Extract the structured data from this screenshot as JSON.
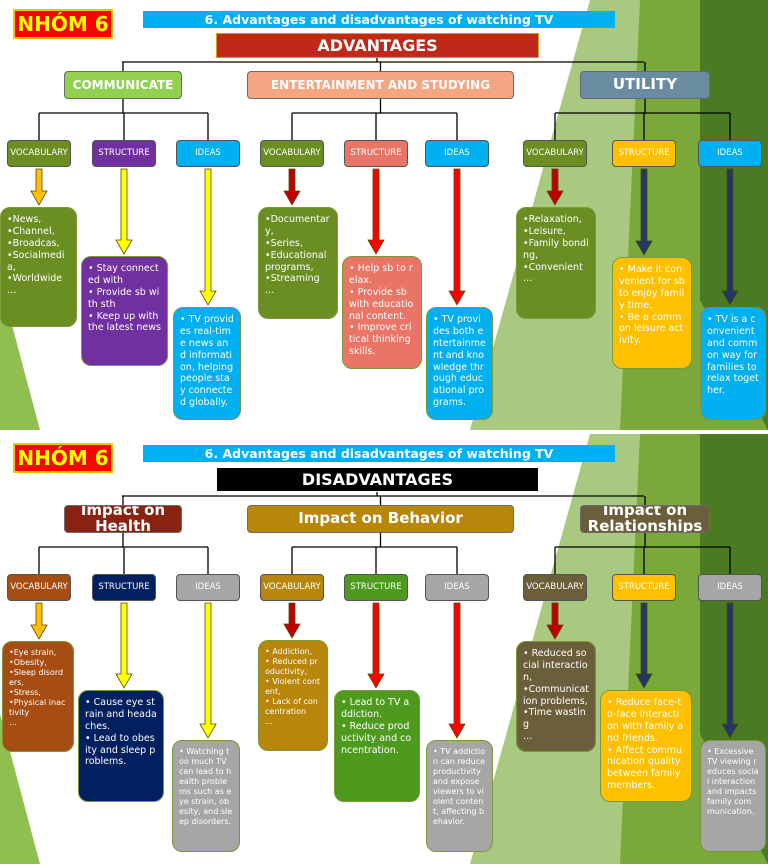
{
  "slide1": {
    "group_label": "NHÓM 6",
    "topic_title": "6. Advantages and disadvantages of watching TV",
    "main_title": "ADVANTAGES",
    "categories": [
      {
        "label": "COMMUNICATE",
        "color": "#92d050",
        "columns": [
          {
            "pill": "VOCABULARY",
            "pill_color": "#6b8e23",
            "arrow_color": "#ffc000",
            "text": "•News,\n•Channel,\n•Broadcas,\n•Socialmedia,\n•Worldwide\n…",
            "box_color": "#6b8e23"
          },
          {
            "pill": "STRUCTURE",
            "pill_color": "#7030a0",
            "arrow_color": "#ffff00",
            "text": "• Stay connected with\n• Provide sb with sth\n• Keep up with the latest news",
            "box_color": "#7030a0"
          },
          {
            "pill": "IDEAS",
            "pill_color": "#00b0f0",
            "arrow_color": "#ffff00",
            "text": "• TV provides real-time news and information, helping people stay connected globally.",
            "box_color": "#00b0f0"
          }
        ]
      },
      {
        "label": "ENTERTAINMENT AND STUDYING",
        "color": "#f4a582",
        "columns": [
          {
            "pill": "VOCABULARY",
            "pill_color": "#6b8e23",
            "arrow_color": "#c00000",
            "text": "•Documentary,\n•Series,\n•Educational programs,\n•Streaming\n…",
            "box_color": "#6b8e23"
          },
          {
            "pill": "STRUCTURE",
            "pill_color": "#e97566",
            "arrow_color": "#ff0000",
            "text": "• Help sb to relax.\n• Provide sb with educational content.\n• Improve critical thinking skills.",
            "box_color": "#e97566"
          },
          {
            "pill": "IDEAS",
            "pill_color": "#00b0f0",
            "arrow_color": "#ff0000",
            "text": "• TV provides both entertainment and knowledge through educational programs.",
            "box_color": "#00b0f0"
          }
        ]
      },
      {
        "label": "UTILITY",
        "color": "#6a8ca0",
        "columns": [
          {
            "pill": "VOCABULARY",
            "pill_color": "#6b8e23",
            "arrow_color": "#c00000",
            "text": "•Relaxation,\n•Leisure,\n•Family bonding,\n•Convenient\n…",
            "box_color": "#6b8e23"
          },
          {
            "pill": "STRUCTURE",
            "pill_color": "#ffc000",
            "arrow_color": "#1f3864",
            "text": "• Make it convenient for sb to enjoy family time.\n• Be a common leisure activity.",
            "box_color": "#ffc000"
          },
          {
            "pill": "IDEAS",
            "pill_color": "#00b0f0",
            "arrow_color": "#1f3864",
            "text": "• TV is a convenient and common way for families to relax together.",
            "box_color": "#00b0f0"
          }
        ]
      }
    ]
  },
  "slide2": {
    "group_label": "NHÓM 6",
    "topic_title": "6. Advantages and disadvantages of watching TV",
    "main_title": "DISADVANTAGES",
    "categories": [
      {
        "label": "Impact on Health",
        "color": "#8b2312",
        "columns": [
          {
            "pill": "VOCABULARY",
            "pill_color": "#a64d13",
            "arrow_color": "#ffc000",
            "text": "•Eye strain,\n•Obesity,\n•Sleep disorders,\n•Stress,\n•Physical inactivity\n…",
            "box_color": "#a64d13"
          },
          {
            "pill": "STRUCTURE",
            "pill_color": "#002060",
            "arrow_color": "#ffff00",
            "text": "• Cause eye strain and headaches.\n• Lead to obesity and sleep problems.",
            "box_color": "#002060"
          },
          {
            "pill": "IDEAS",
            "pill_color": "#a6a6a6",
            "arrow_color": "#ffff00",
            "text": "• Watching too much TV can lead to health problems such as eye strain, obesity, and sleep disorders.",
            "box_color": "#a6a6a6"
          }
        ]
      },
      {
        "label": "Impact on Behavior",
        "color": "#b8860b",
        "columns": [
          {
            "pill": "VOCABULARY",
            "pill_color": "#b8860b",
            "arrow_color": "#c00000",
            "text": "• Addiction,\n• Reduced productivity,\n• Violent content,\n• Lack of concentration\n…",
            "box_color": "#b8860b"
          },
          {
            "pill": "STRUCTURE",
            "pill_color": "#4e9a1e",
            "arrow_color": "#ff0000",
            "text": "• Lead to TV addiction.\n• Reduce productivity and concentration.",
            "box_color": "#4e9a1e"
          },
          {
            "pill": "IDEAS",
            "pill_color": "#a6a6a6",
            "arrow_color": "#ff0000",
            "text": "• TV addiction can reduce productivity and expose viewers to violent content, affecting behavior.",
            "box_color": "#a6a6a6"
          }
        ]
      },
      {
        "label": "Impact on Relationships",
        "color": "#6b5e3a",
        "columns": [
          {
            "pill": "VOCABULARY",
            "pill_color": "#6b5e3a",
            "arrow_color": "#c00000",
            "text": "• Reduced social interaction,\n•Communication problems,\n•Time wasting\n…",
            "box_color": "#6b5e3a"
          },
          {
            "pill": "STRUCTURE",
            "pill_color": "#ffc000",
            "arrow_color": "#1f3864",
            "text": "• Reduce face-to-face interaction with family and friends.\n• Affect communication quality between family members.",
            "box_color": "#ffc000"
          },
          {
            "pill": "IDEAS",
            "pill_color": "#a6a6a6",
            "arrow_color": "#1f3864",
            "text": "• Excessive TV viewing reduces social interaction and impacts family communication.",
            "box_color": "#a6a6a6"
          }
        ]
      }
    ]
  }
}
